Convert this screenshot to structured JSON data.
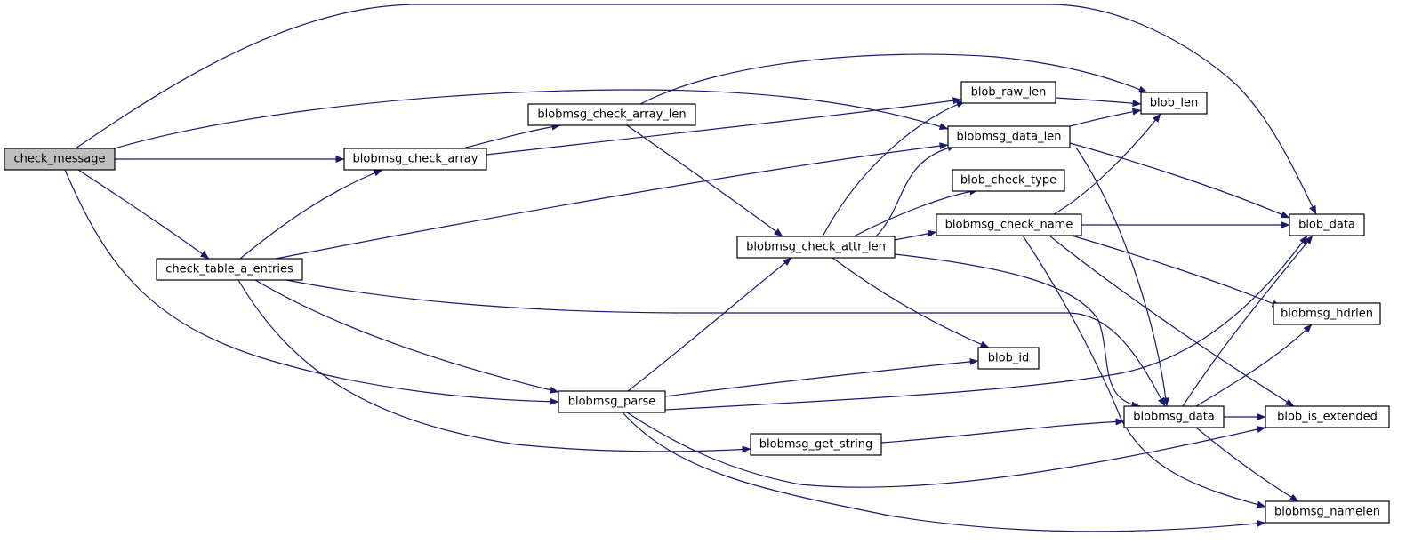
{
  "colors": {
    "edge": "#191970",
    "node_fill": "#ffffff",
    "root_fill": "#bfbfbf",
    "border": "#000000"
  },
  "graph": {
    "root": "check_message",
    "nodes": [
      {
        "id": "check_message",
        "label": "check_message"
      },
      {
        "id": "blobmsg_check_array",
        "label": "blobmsg_check_array"
      },
      {
        "id": "check_table_a_entries",
        "label": "check_table_a_entries"
      },
      {
        "id": "blobmsg_check_array_len",
        "label": "blobmsg_check_array_len"
      },
      {
        "id": "blobmsg_check_attr_len",
        "label": "blobmsg_check_attr_len"
      },
      {
        "id": "blobmsg_parse",
        "label": "blobmsg_parse"
      },
      {
        "id": "blobmsg_get_string",
        "label": "blobmsg_get_string"
      },
      {
        "id": "blob_raw_len",
        "label": "blob_raw_len"
      },
      {
        "id": "blobmsg_data_len",
        "label": "blobmsg_data_len"
      },
      {
        "id": "blob_check_type",
        "label": "blob_check_type"
      },
      {
        "id": "blobmsg_check_name",
        "label": "blobmsg_check_name"
      },
      {
        "id": "blob_id",
        "label": "blob_id"
      },
      {
        "id": "blobmsg_data",
        "label": "blobmsg_data"
      },
      {
        "id": "blob_len",
        "label": "blob_len"
      },
      {
        "id": "blob_data",
        "label": "blob_data"
      },
      {
        "id": "blobmsg_hdrlen",
        "label": "blobmsg_hdrlen"
      },
      {
        "id": "blob_is_extended",
        "label": "blob_is_extended"
      },
      {
        "id": "blobmsg_namelen",
        "label": "blobmsg_namelen"
      }
    ],
    "edges": [
      {
        "from": "check_message",
        "to": "blob_data"
      },
      {
        "from": "check_message",
        "to": "blobmsg_data_len"
      },
      {
        "from": "check_message",
        "to": "blobmsg_check_array"
      },
      {
        "from": "check_message",
        "to": "check_table_a_entries"
      },
      {
        "from": "check_message",
        "to": "blobmsg_parse"
      },
      {
        "from": "blobmsg_check_array",
        "to": "blobmsg_check_array_len"
      },
      {
        "from": "blobmsg_check_array",
        "to": "blob_raw_len"
      },
      {
        "from": "blobmsg_check_array_len",
        "to": "blob_len"
      },
      {
        "from": "blobmsg_check_array_len",
        "to": "blobmsg_check_attr_len"
      },
      {
        "from": "check_table_a_entries",
        "to": "blobmsg_check_array"
      },
      {
        "from": "check_table_a_entries",
        "to": "blobmsg_data_len"
      },
      {
        "from": "check_table_a_entries",
        "to": "blobmsg_data"
      },
      {
        "from": "check_table_a_entries",
        "to": "blobmsg_parse"
      },
      {
        "from": "check_table_a_entries",
        "to": "blobmsg_get_string"
      },
      {
        "from": "blobmsg_check_attr_len",
        "to": "blob_raw_len"
      },
      {
        "from": "blobmsg_check_attr_len",
        "to": "blobmsg_data_len"
      },
      {
        "from": "blobmsg_check_attr_len",
        "to": "blob_check_type"
      },
      {
        "from": "blobmsg_check_attr_len",
        "to": "blobmsg_check_name"
      },
      {
        "from": "blobmsg_check_attr_len",
        "to": "blob_id"
      },
      {
        "from": "blobmsg_check_attr_len",
        "to": "blobmsg_data"
      },
      {
        "from": "blobmsg_parse",
        "to": "blobmsg_check_attr_len"
      },
      {
        "from": "blobmsg_parse",
        "to": "blob_id"
      },
      {
        "from": "blobmsg_parse",
        "to": "blob_data"
      },
      {
        "from": "blobmsg_parse",
        "to": "blob_is_extended"
      },
      {
        "from": "blobmsg_parse",
        "to": "blobmsg_namelen"
      },
      {
        "from": "blobmsg_get_string",
        "to": "blobmsg_data"
      },
      {
        "from": "blob_raw_len",
        "to": "blob_len"
      },
      {
        "from": "blobmsg_data_len",
        "to": "blob_len"
      },
      {
        "from": "blobmsg_data_len",
        "to": "blob_data"
      },
      {
        "from": "blobmsg_data_len",
        "to": "blobmsg_data"
      },
      {
        "from": "blobmsg_check_name",
        "to": "blob_len"
      },
      {
        "from": "blobmsg_check_name",
        "to": "blob_data"
      },
      {
        "from": "blobmsg_check_name",
        "to": "blobmsg_hdrlen"
      },
      {
        "from": "blobmsg_check_name",
        "to": "blob_is_extended"
      },
      {
        "from": "blobmsg_check_name",
        "to": "blobmsg_namelen"
      },
      {
        "from": "blobmsg_data",
        "to": "blob_data"
      },
      {
        "from": "blobmsg_data",
        "to": "blobmsg_hdrlen"
      },
      {
        "from": "blobmsg_data",
        "to": "blob_is_extended"
      },
      {
        "from": "blobmsg_data",
        "to": "blobmsg_namelen"
      }
    ]
  }
}
